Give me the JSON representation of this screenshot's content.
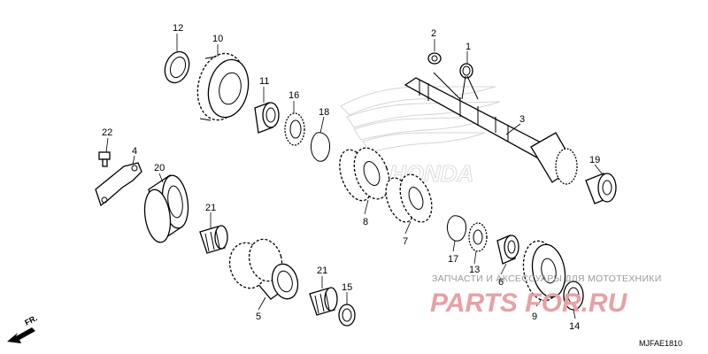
{
  "diagram": {
    "code": "MJFAE1810",
    "direction_mark": "FR.",
    "callouts": [
      "1",
      "2",
      "3",
      "4",
      "5",
      "6",
      "7",
      "8",
      "9",
      "10",
      "11",
      "12",
      "13",
      "14",
      "15",
      "16",
      "17",
      "18",
      "19",
      "20",
      "21",
      "21",
      "22"
    ]
  },
  "watermark": {
    "tagline": "ЗАПЧАСТИ И АКСЕССУАРЫ ДЛЯ МОТОТЕХНИКИ",
    "brand": "PARTS FOR.RU"
  },
  "colors": {
    "line": "#000000",
    "watermark_red": "#e7a0a4",
    "watermark_gray": "#9a9a9a"
  }
}
